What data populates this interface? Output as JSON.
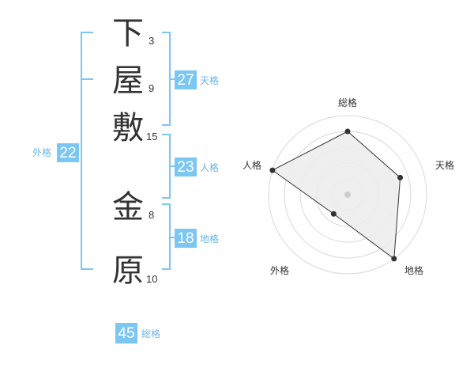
{
  "characters": [
    {
      "kanji": "下",
      "strokes": "3"
    },
    {
      "kanji": "屋",
      "strokes": "9"
    },
    {
      "kanji": "敷",
      "strokes": "15"
    },
    {
      "kanji": "金",
      "strokes": "8"
    },
    {
      "kanji": "原",
      "strokes": "10"
    }
  ],
  "kaku": {
    "tenkaku": {
      "value": "27",
      "label": "天格"
    },
    "jinkaku": {
      "value": "23",
      "label": "人格"
    },
    "chikaku": {
      "value": "18",
      "label": "地格"
    },
    "gaikaku": {
      "value": "22",
      "label": "外格"
    },
    "soukaku": {
      "value": "45",
      "label": "総格"
    }
  },
  "radar": {
    "axis_labels": [
      "総格",
      "天格",
      "地格",
      "外格",
      "人格"
    ],
    "levels": 5,
    "values": [
      4,
      3.5,
      5,
      1.5,
      5
    ],
    "colors": {
      "ring": "#d9d9d9",
      "fill": "#ececec",
      "line": "#333333",
      "point": "#333333",
      "center": "#cccccc"
    }
  },
  "colors": {
    "bracket": "#7cc7f2",
    "badge": "#7cc7f2"
  }
}
